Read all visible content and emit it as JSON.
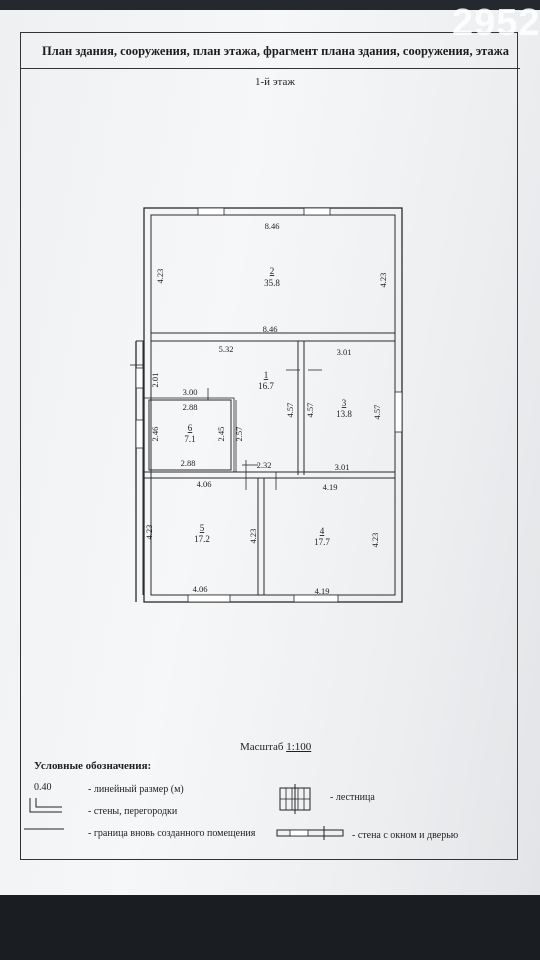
{
  "watermark": "2952",
  "header": {
    "title": "План здания, сооружения, план этажа, фрагмент плана здания, сооружения, этажа",
    "floor": "1-й этаж"
  },
  "rooms": [
    {
      "no": "1",
      "area": "16.7"
    },
    {
      "no": "2",
      "area": "35.8"
    },
    {
      "no": "3",
      "area": "13.8"
    },
    {
      "no": "4",
      "area": "17.7"
    },
    {
      "no": "5",
      "area": "17.2"
    },
    {
      "no": "6",
      "area": "7.1"
    }
  ],
  "dimensions": {
    "top_outer": "8.46",
    "room2_left": "4.23",
    "room2_right": "4.23",
    "room2_bottom": "8.46",
    "room1_top": "5.32",
    "room1_left": "2.01",
    "room1_hall": "4.57",
    "room3_top": "3.01",
    "room3_left": "4.57",
    "room3_right": "4.57",
    "room3_bottom": "3.01",
    "room6_top_outer": "3.00",
    "room6_top": "2.88",
    "room6_left": "2.46",
    "room6_right": "2.45",
    "corridor": "2.57",
    "room6_bottom": "2.88",
    "corridor_bottom": "2.32",
    "room5_top": "4.06",
    "room5_left": "4.23",
    "room5_right": "4.23",
    "room5_bottom": "4.06",
    "room4_top": "4.19",
    "room4_right": "4.23",
    "room4_bottom": "4.19"
  },
  "scale": {
    "label": "Масштаб",
    "value": "1:100"
  },
  "legend": {
    "title": "Условные обозначения:",
    "sample_value": "0.40",
    "items": [
      {
        "label": "- линейный размер (м)"
      },
      {
        "label": "- стены, перегородки"
      },
      {
        "label": "- граница вновь созданного помещения"
      },
      {
        "label": "- лестница"
      },
      {
        "label": "- стена с окном и дверью"
      }
    ]
  }
}
